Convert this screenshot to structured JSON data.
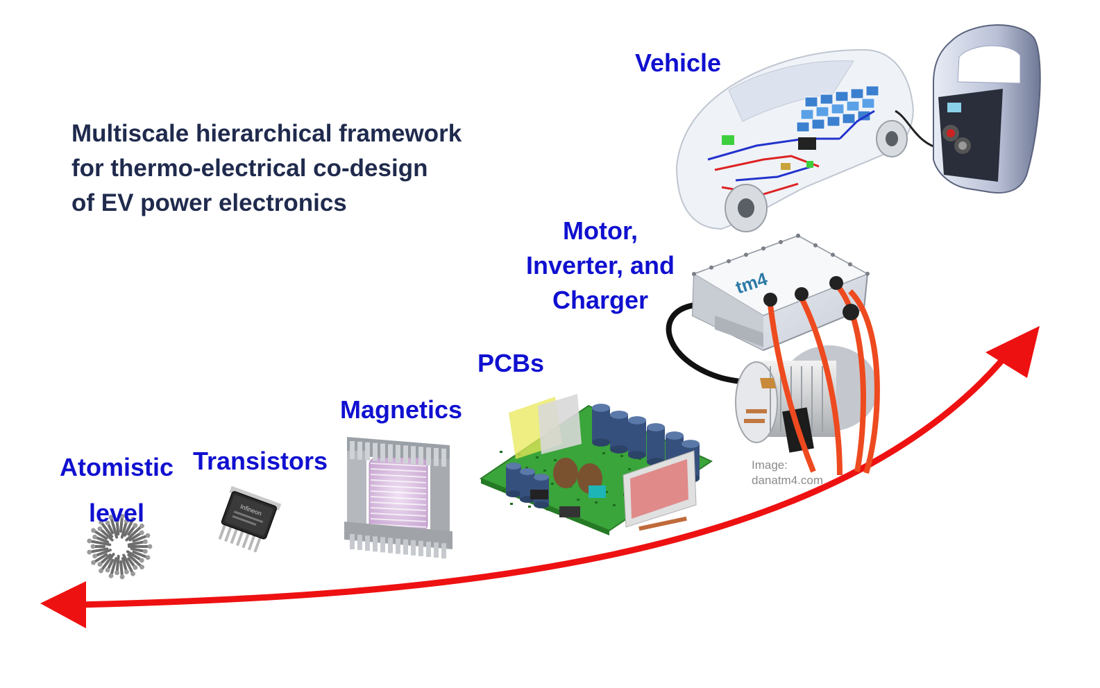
{
  "title_lines": [
    "Multiscale hierarchical framework",
    "for thermo-electrical co-design",
    "of EV power electronics"
  ],
  "levels": {
    "atomistic": [
      "Atomistic",
      "level"
    ],
    "transistors": "Transistors",
    "magnetics": "Magnetics",
    "pcbs": "PCBs",
    "motor": [
      "Motor,",
      "Inverter, and",
      "Charger"
    ],
    "vehicle": "Vehicle"
  },
  "chip_text": "Infineon",
  "motor_brand": "tm4",
  "image_credit": [
    "Image:",
    "danatm4.com"
  ],
  "colors": {
    "arrow": "#ee1111",
    "label": "#1010d0",
    "title": "#1f2a4d"
  }
}
